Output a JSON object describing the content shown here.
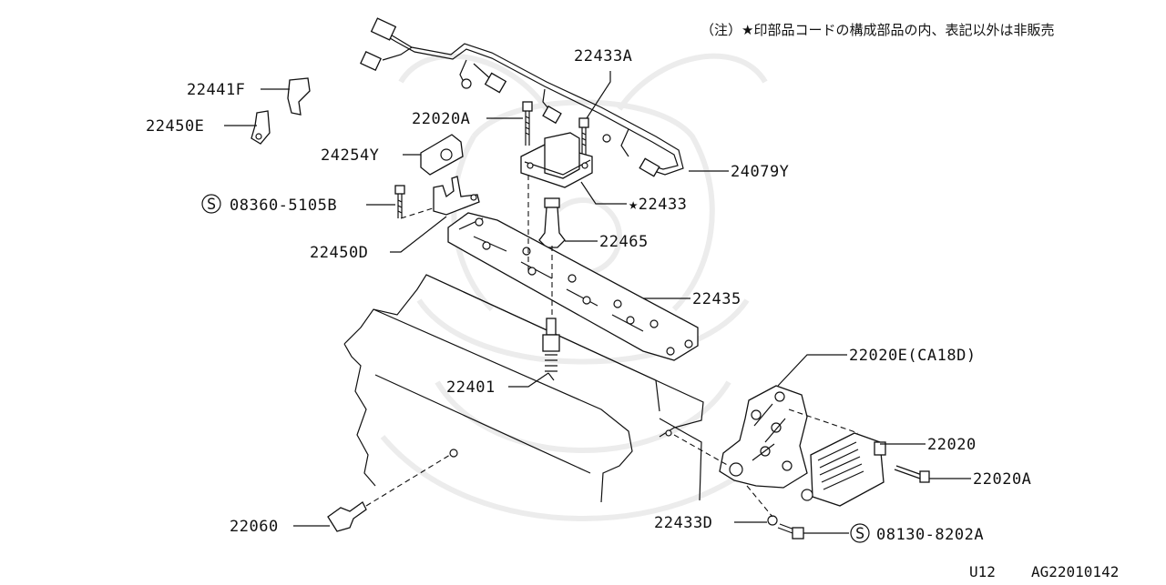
{
  "note": "（注）★印部品コードの構成部品の内、表記以外は非販売",
  "labels": {
    "p22433A": "22433A",
    "p22441F": "22441F",
    "p22020A_top": "22020A",
    "p22450E": "22450E",
    "p24254Y": "24254Y",
    "p24079Y": "24079Y",
    "p22433": "★22433",
    "p08360": "08360-5105B",
    "p22465": "22465",
    "p22450D": "22450D",
    "p22435": "22435",
    "p22020E": "22020E(CA18D)",
    "p22401": "22401",
    "p22020": "22020",
    "p22020A_right": "22020A",
    "p22433D": "22433D",
    "p08130": "08130-8202A",
    "p22060": "22060"
  },
  "s_mark": "S",
  "footer": {
    "model": "U12",
    "code": "AG22010142"
  }
}
